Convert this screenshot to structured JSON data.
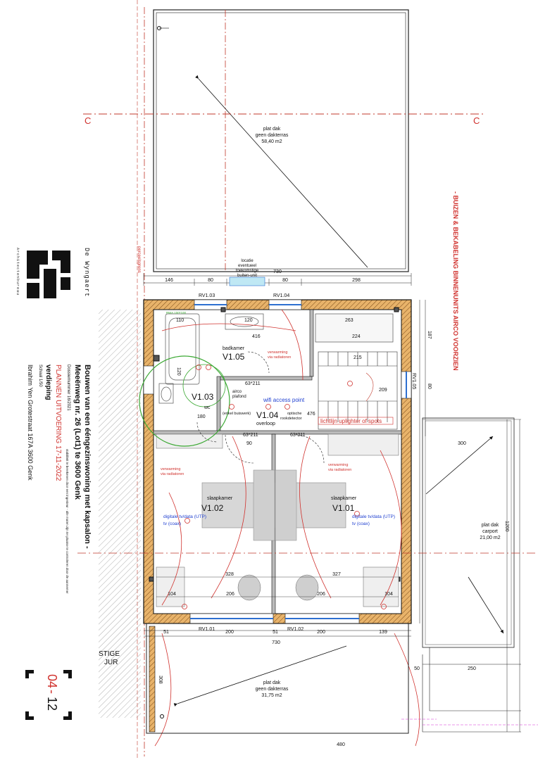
{
  "office": {
    "name": "De Wyngaert",
    "sub": "Architectenbureau"
  },
  "project": {
    "title1": "Bouwen van een ééngezinswoning met kapsalon -",
    "title2": "Meeënweg nr. 26 (Lot1) te 3600 Genk",
    "dossier": "Dossiernummer 16/2021",
    "phase": "PLANNEN UITVOERING 17-11-2022",
    "sheet": "verdieping",
    "scale": "Schaal 1/50",
    "note": "stabiliteit te berekenen door een ingenieur - alle maten zijn ter plaatse te controleren door de aannemer",
    "client": "Ibrahim Yen   Grotestraat 167A   3600 Genk",
    "page_current": "04",
    "page_total": "12"
  },
  "sidenote": "- BUIZEN & BEKABELING BINNENUNITS AIRCO VOORZIEN",
  "section_mark": "C",
  "zones": {
    "roof_top": [
      "plat dak",
      "geen dakterras",
      "58,40 m2"
    ],
    "roof_bottom": [
      "plat dak",
      "geen dakterras",
      "31,75 m2"
    ],
    "carport": [
      "plat dak",
      "carport",
      "21,00 m2"
    ],
    "airco": [
      "locatie",
      "eventueel",
      "toekomstige",
      "buiten-unit"
    ],
    "stair_cut": [
      "STIGE",
      "JUR"
    ]
  },
  "rooms": [
    {
      "name": "badkamer",
      "code": "V1.05"
    },
    {
      "name": "wc",
      "code": "V1.03"
    },
    {
      "name": "overloop",
      "code": "V1.04"
    },
    {
      "name": "slaapkamer",
      "code": "V1.02"
    },
    {
      "name": "slaapkamer",
      "code": "V1.01"
    }
  ],
  "windows": {
    "rv1_03": "RV1.03",
    "rv1_04": "RV1.04",
    "rv1_01": "RV1.01",
    "rv1_02": "RV1.02",
    "rv1_05": "RV1.05"
  },
  "annotations": {
    "wifi": "wifi access point",
    "lichtlijn": "lichtlijn uplighter of spots",
    "airco_plafond": [
      "airco",
      "plafond",
      "(enkel buiswerk)"
    ],
    "rook": [
      "optische",
      "rookdetector"
    ],
    "verwarming": [
      "verwarming",
      "via radiatoren"
    ],
    "tv_data": "digitale tv/data (UTP)",
    "tv_coax": "tv (coax)",
    "perceelsgrens": "perceelsgrens",
    "rwa": "RWA 100*100"
  },
  "dims": {
    "top": [
      "146",
      "80",
      "126",
      "80",
      "298"
    ],
    "top_total": "730",
    "bottom": [
      "51",
      "200",
      "51",
      "200",
      "139"
    ],
    "bottom_total": "730",
    "inner_top": [
      "110",
      "120",
      "263",
      "224",
      "416",
      "215"
    ],
    "bedroom_widths": [
      "328",
      "327",
      "206",
      "206",
      "104",
      "104"
    ],
    "right": [
      "300",
      "1200",
      "250",
      "50",
      "187",
      "80"
    ],
    "misc": [
      "63*211",
      "63*211",
      "63*211",
      "90",
      "180",
      "480",
      "308",
      "476",
      "209",
      "120"
    ]
  }
}
